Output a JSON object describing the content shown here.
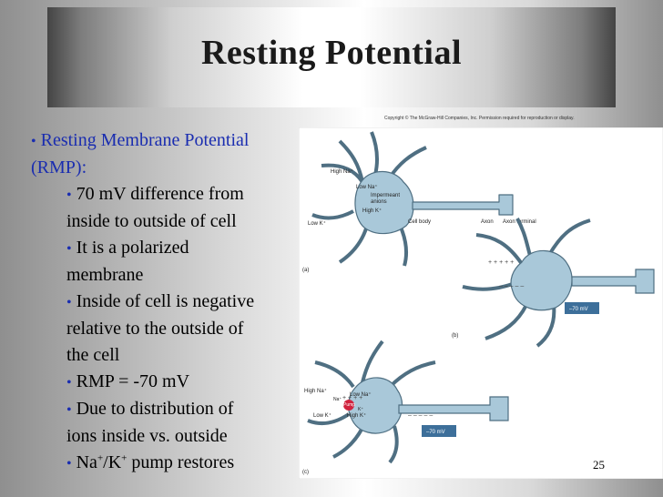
{
  "slide": {
    "title": "Resting Potential",
    "page_number": "25",
    "copyright": "Copyright © The McGraw-Hill Companies, Inc. Permission required for reproduction or display."
  },
  "bullets": {
    "main_line1": "Resting Membrane Potential",
    "main_line2": "(RMP):",
    "sub1_line1": "70 mV difference from",
    "sub1_line2": "inside to outside of cell",
    "sub2_line1": "It is a polarized",
    "sub2_line2": "membrane",
    "sub3_line1": "Inside of cell is negative",
    "sub3_line2": "relative to the outside of",
    "sub3_line3": "the cell",
    "sub4": "RMP = -70 mV",
    "sub5_line1": "Due to distribution of",
    "sub5_line2": "ions inside vs. outside",
    "sub6_na": "Na",
    "sub6_plus1": "+",
    "sub6_sep": "/K",
    "sub6_plus2": "+",
    "sub6_rest": " pump restores"
  },
  "figure": {
    "panel_a": "(a)",
    "panel_b": "(b)",
    "panel_c": "(c)",
    "high_na": "High Na⁺",
    "low_na": "Low Na⁺",
    "impermeant_1": "Impermeant",
    "impermeant_2": "anions",
    "high_k": "High K⁺",
    "low_k": "Low K⁺",
    "cell_body": "Cell body",
    "axon": "Axon",
    "axon_terminal": "Axon terminal",
    "mv_b": "–70 mV",
    "mv_c": "–70 mV",
    "c_high_na": "High Na⁺",
    "c_low_na": "Low Na⁺",
    "c_na": "Na⁺",
    "c_pump": "Pump",
    "c_k": "K⁺",
    "c_high_k": "High K⁺",
    "c_low_k": "Low K⁺"
  }
}
